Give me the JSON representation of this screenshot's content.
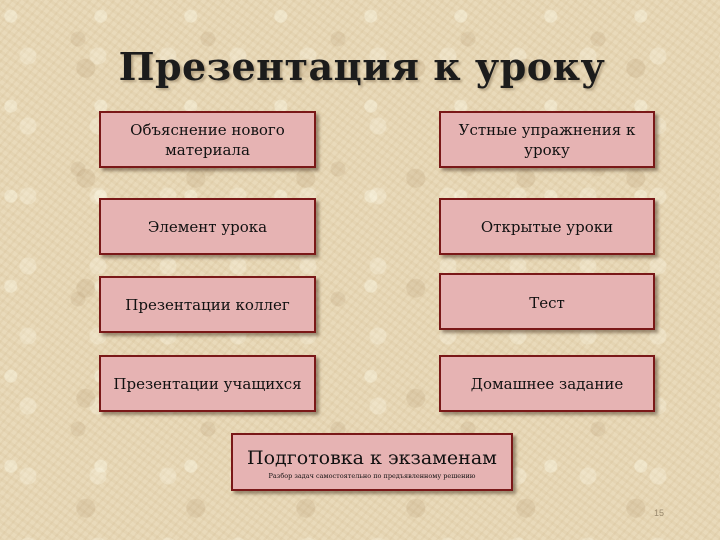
{
  "title": "Презентация к уроку",
  "boxes": [
    {
      "label": "Объяснение нового материала"
    },
    {
      "label": "Устные упражнения к уроку"
    },
    {
      "label": "Элемент урока"
    },
    {
      "label": "Открытые уроки"
    },
    {
      "label": "Презентации коллег"
    },
    {
      "label": "Тест"
    },
    {
      "label": "Презентации учащихся"
    },
    {
      "label": "Домашнее задание"
    }
  ],
  "exam_box": {
    "title": "Подготовка к экзаменам",
    "subtitle": "Разбор задач самостоятельно по предъявленному решению"
  },
  "page_number": "15",
  "colors": {
    "box_fill": "#e6b3b3",
    "box_border": "#7a1818",
    "background": "#e7d6b3"
  }
}
